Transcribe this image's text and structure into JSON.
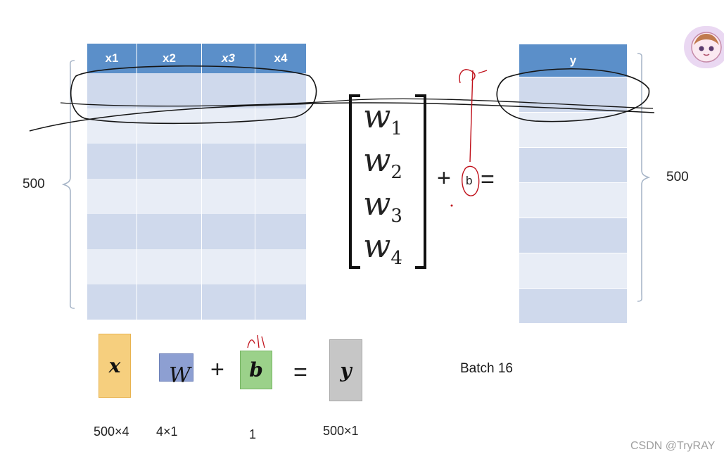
{
  "x_table": {
    "headers": [
      "x1",
      "x2",
      "x3",
      "x4"
    ],
    "row_count_label": "500"
  },
  "y_table": {
    "header": "y",
    "row_count_label": "500"
  },
  "w_vector": {
    "entries": [
      {
        "symbol": "w",
        "sub": "1"
      },
      {
        "symbol": "w",
        "sub": "2"
      },
      {
        "symbol": "w",
        "sub": "3"
      },
      {
        "symbol": "w",
        "sub": "4"
      }
    ],
    "plus": "+",
    "bias": "b",
    "equals": "="
  },
  "formula": {
    "x": {
      "symbol": "x",
      "dim": "500×4",
      "color": "#f6cf7e"
    },
    "w": {
      "symbol": "W",
      "dim": "4×1",
      "color": "#8d9fd2"
    },
    "plus": "+",
    "b": {
      "symbol": "b",
      "dim": "1",
      "color": "#9bd18a"
    },
    "equals": "=",
    "y": {
      "symbol": "y",
      "dim": "500×1",
      "color": "#c6c6c6"
    }
  },
  "batch_label": "Batch 16",
  "watermark": "CSDN @TryRAY",
  "colors": {
    "header_blue": "#5b8fc9",
    "row_dark": "#cfd9ec",
    "row_light": "#e8edf6",
    "annotation_red": "#c0111b"
  }
}
